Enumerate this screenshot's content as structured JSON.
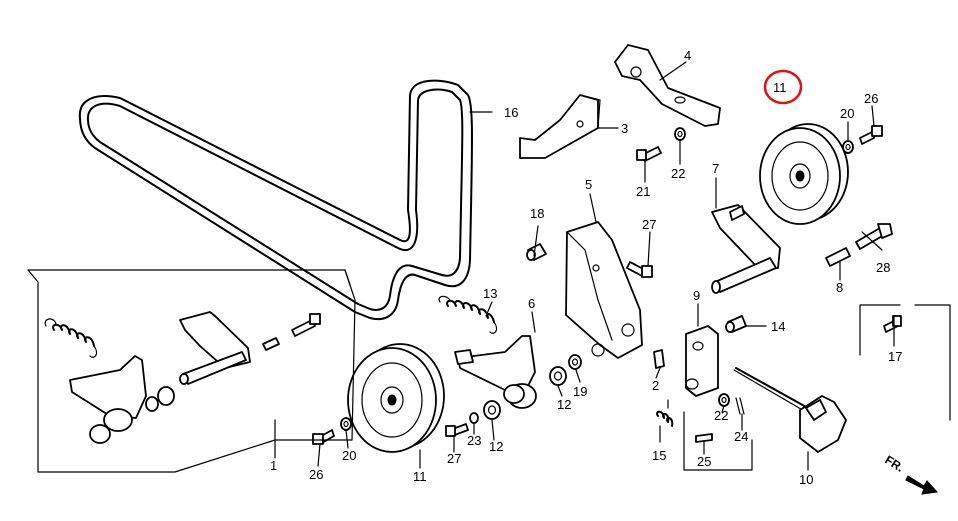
{
  "diagram": {
    "callouts": {
      "c1": "1",
      "c2": "2",
      "c3": "3",
      "c4": "4",
      "c5": "5",
      "c6": "6",
      "c7": "7",
      "c8": "8",
      "c9": "9",
      "c10": "10",
      "c11_bottom": "11",
      "c11_top": "11",
      "c12_a": "12",
      "c12_b": "12",
      "c13": "13",
      "c14": "14",
      "c15": "15",
      "c16": "16",
      "c17": "17",
      "c18": "18",
      "c19": "19",
      "c20_top": "20",
      "c20_bottom": "20",
      "c21": "21",
      "c22_top": "22",
      "c22_bottom": "22",
      "c23": "23",
      "c24": "24",
      "c25": "25",
      "c26_top": "26",
      "c26_bottom": "26",
      "c27_top": "27",
      "c27_bottom": "27",
      "c28": "28"
    },
    "front_indicator": "FR.",
    "highlight_color": "#e11111"
  }
}
